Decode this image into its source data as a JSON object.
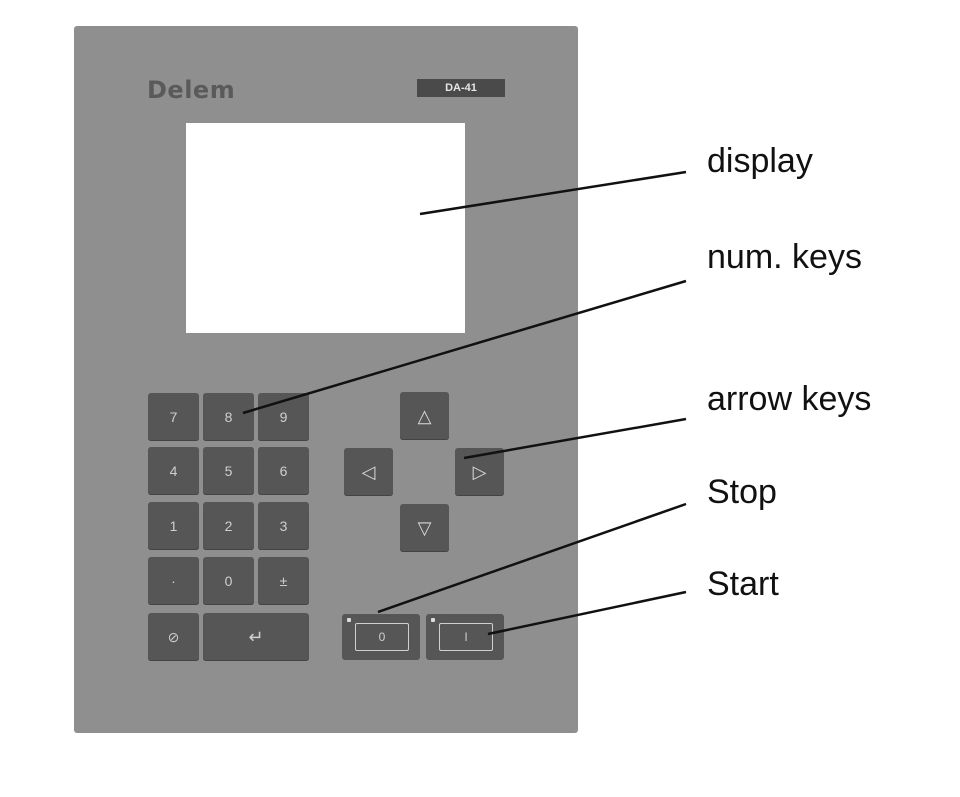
{
  "panel": {
    "brand": "Delem",
    "model": "DA-41"
  },
  "numeric_keys": [
    "7",
    "8",
    "9",
    "4",
    "5",
    "6",
    "1",
    "2",
    "3",
    "·",
    "0",
    "±"
  ],
  "special_keys": {
    "clear": "⊘",
    "enter": "↵"
  },
  "arrow_keys": {
    "up": "△",
    "left": "◁",
    "right": "▷",
    "down": "▽"
  },
  "run_keys": {
    "stop": "0",
    "start": "I"
  },
  "callouts": {
    "display": "display",
    "num_keys": "num. keys",
    "arrow_keys": "arrow keys",
    "stop": "Stop",
    "start": "Start"
  }
}
